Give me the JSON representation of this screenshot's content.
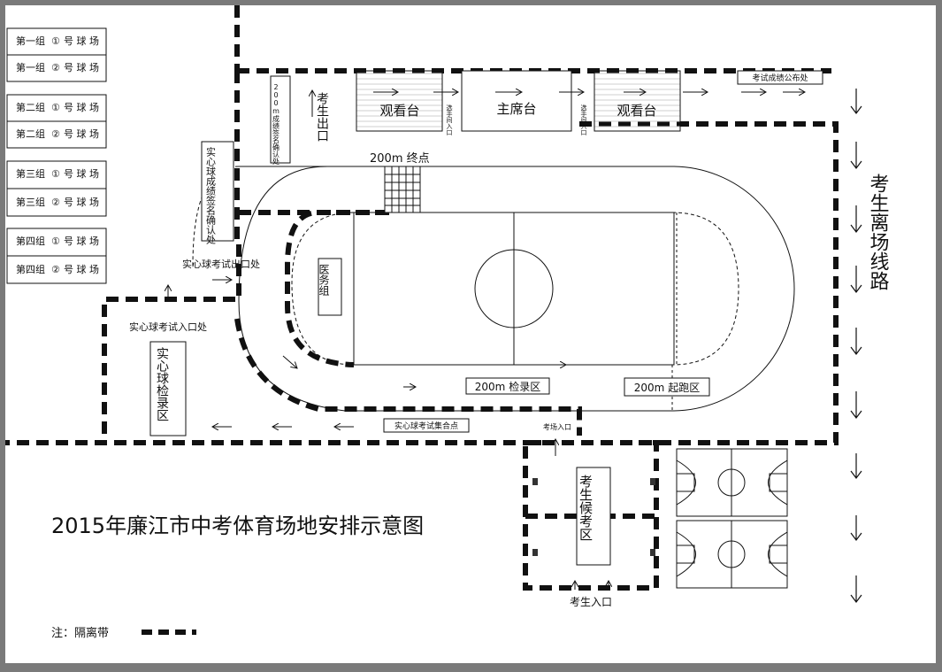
{
  "title": "2015年廉江市中考体育场地安排示意图",
  "groups": [
    {
      "group": "第一组",
      "num": "①",
      "court": "号 球 场"
    },
    {
      "group": "第一组",
      "num": "②",
      "court": "号 球 场"
    },
    {
      "group": "第二组",
      "num": "①",
      "court": "号 球 场"
    },
    {
      "group": "第二组",
      "num": "②",
      "court": "号 球 场"
    },
    {
      "group": "第三组",
      "num": "①",
      "court": "号 球 场"
    },
    {
      "group": "第三组",
      "num": "②",
      "court": "号 球 场"
    },
    {
      "group": "第四组",
      "num": "①",
      "court": "号 球 场"
    },
    {
      "group": "第四组",
      "num": "②",
      "court": "号 球 场"
    }
  ],
  "stands": {
    "left": "观看台",
    "main": "主席台",
    "right": "观看台",
    "entrance1": "选手间入口",
    "entrance2": "选手间入口"
  },
  "labels": {
    "confirm_200m": "200m成绩签名确认处",
    "student_exit": "考生出口",
    "score_notice": "考试成绩公布处",
    "finish_200m": "200m 终点",
    "shotput_confirm": "实心球成绩签名确认处",
    "shotput_exit": "实心球考试出口处",
    "shotput_entry": "实心球考试入口处",
    "shotput_check": "实心球检录区",
    "medical": "医务组",
    "check_200m": "200m 检录区",
    "start_200m": "200m 起跑区",
    "shotput_gather": "实心球考试集合点",
    "venue_entry": "考场入口",
    "waiting_area": "考生候考区",
    "student_entry": "考生入口",
    "leave_route": "考生离场线路",
    "legend": "注：隔离带"
  }
}
